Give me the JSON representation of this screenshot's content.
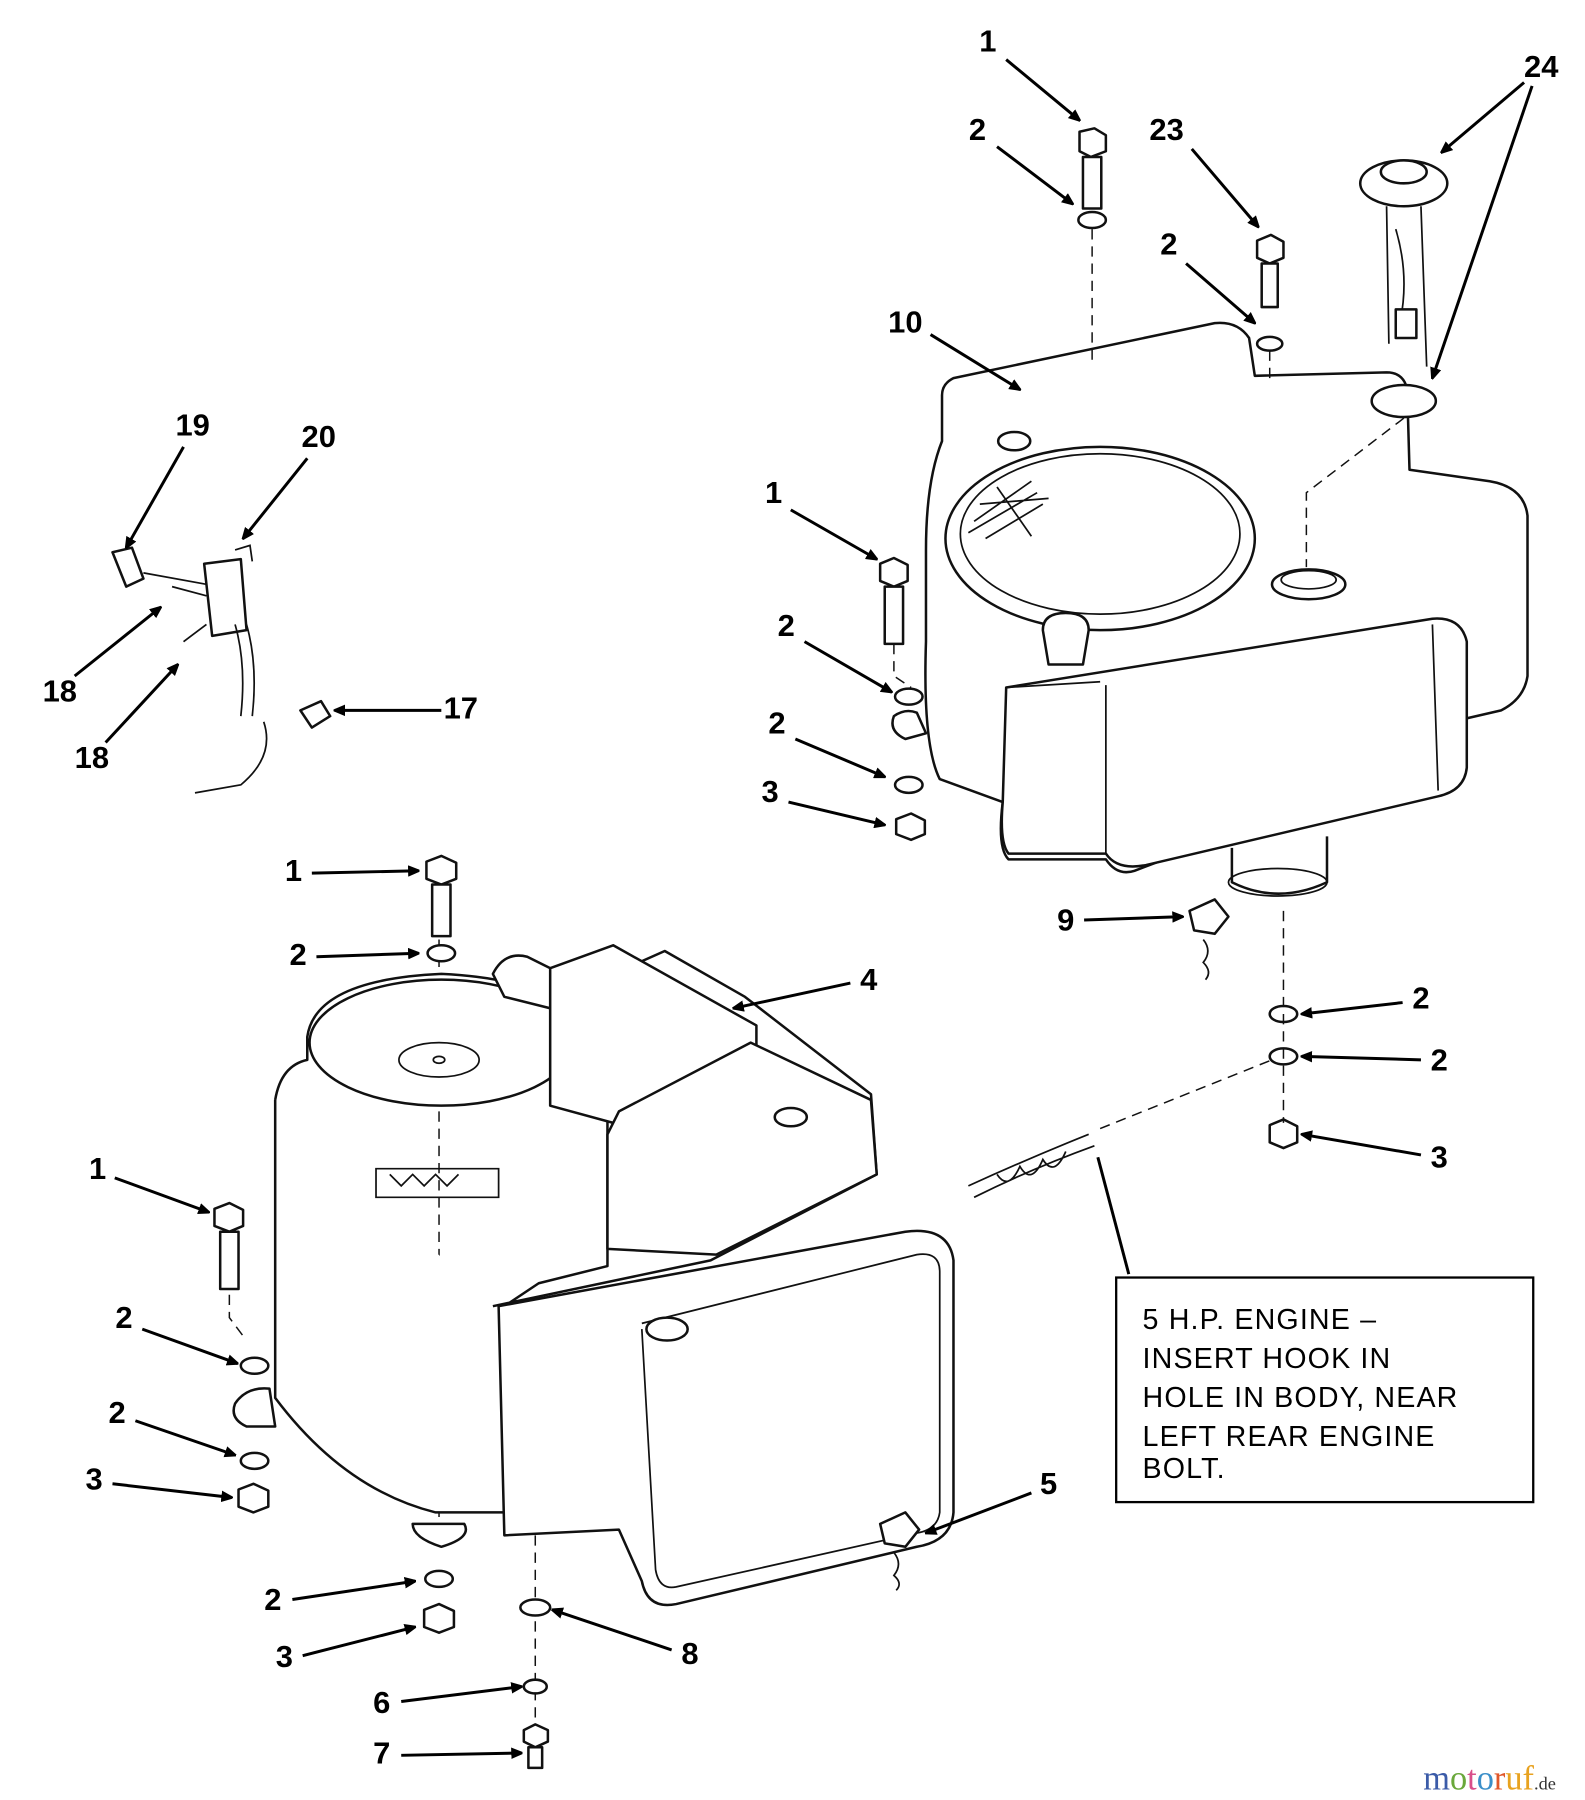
{
  "diagram": {
    "callouts": [
      "1",
      "2",
      "23",
      "2",
      "24",
      "10",
      "1",
      "2",
      "2",
      "3",
      "9",
      "2",
      "2",
      "3",
      "19",
      "20",
      "18",
      "18",
      "17",
      "1",
      "2",
      "4",
      "1",
      "2",
      "2",
      "3",
      "5",
      "2",
      "3",
      "8",
      "6",
      "7"
    ],
    "note": {
      "lines": [
        "5 H.P. ENGINE –",
        "INSERT HOOK IN",
        "HOLE IN BODY, NEAR",
        "LEFT REAR ENGINE",
        "BOLT."
      ]
    },
    "watermark": {
      "letters": [
        "m",
        "o",
        "t",
        "o",
        "r",
        "u",
        "f"
      ],
      "colors": [
        "#3b5ba8",
        "#6aa83b",
        "#d94f8a",
        "#3b8fc9",
        "#e0572a",
        "#e8a21f",
        "#e8a21f"
      ],
      "suffix": ".de"
    }
  }
}
